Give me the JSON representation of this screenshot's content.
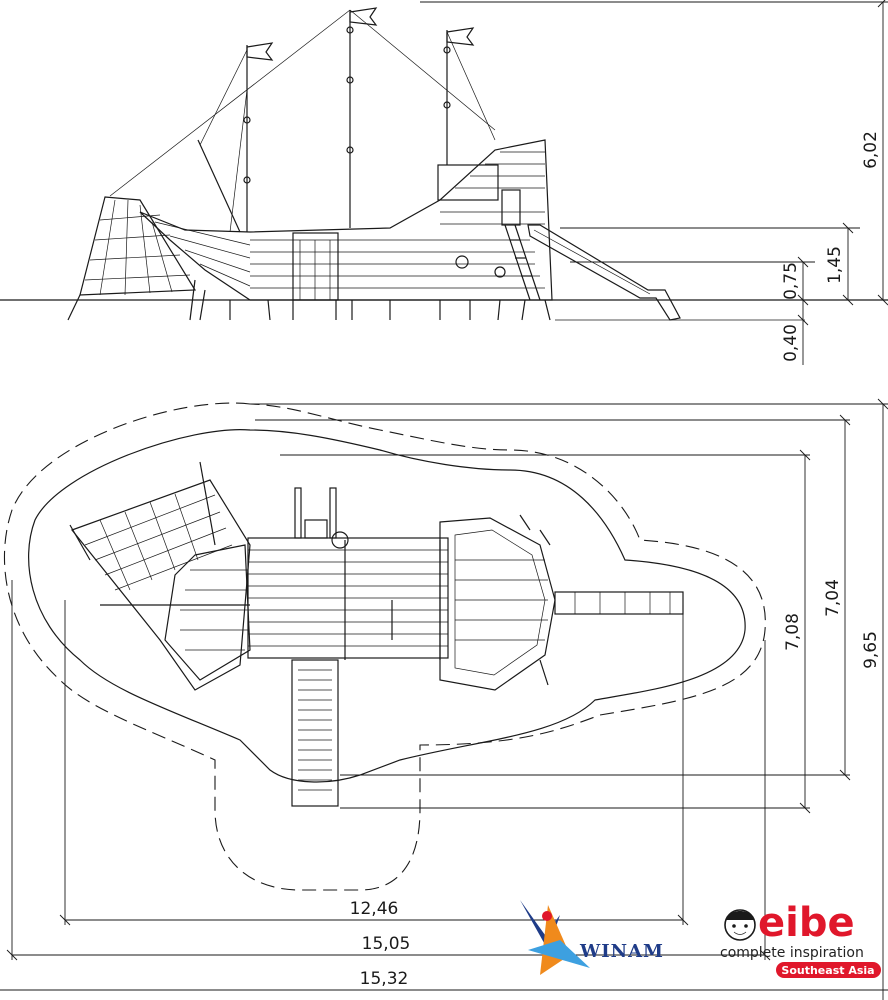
{
  "side_view": {
    "height_total": "6,02",
    "height_platform_high": "1,45",
    "height_platform_low": "0,75",
    "height_foundation": "0,40"
  },
  "plan_view": {
    "width_inner": "7,04",
    "width_equipment": "7,08",
    "width_safety": "9,65",
    "length_equipment": "12,46",
    "length_safety": "15,05",
    "length_total": "15,32"
  },
  "branding": {
    "partner_logo": "WINAM",
    "brand_logo": "eibe",
    "brand_tagline": "complete inspiration",
    "brand_region": "Southeast Asia",
    "accent_red": "#e0172b",
    "partner_blue": "#1f3c88",
    "partner_orange": "#f08a1c"
  }
}
